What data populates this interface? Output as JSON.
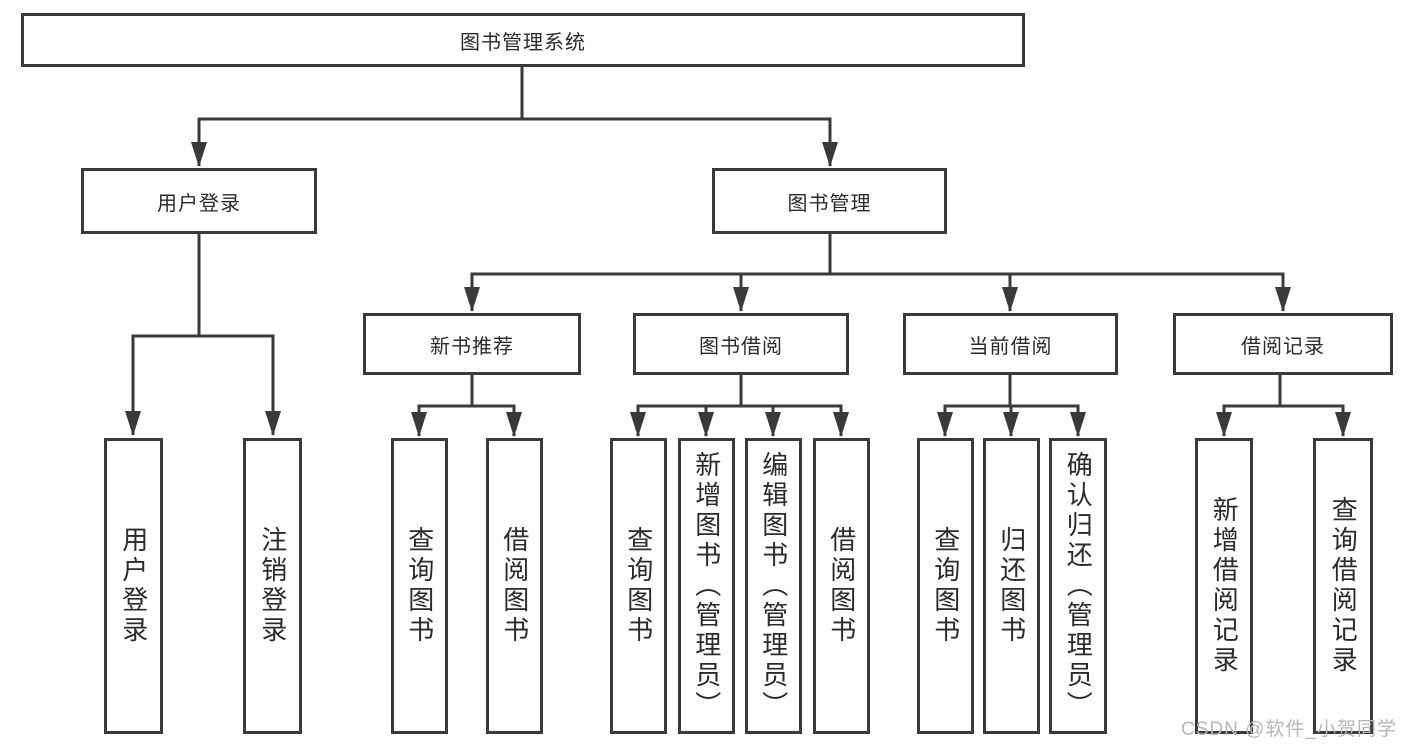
{
  "tree": {
    "label": "图书管理系统",
    "children": [
      {
        "label": "用户登录",
        "children": [
          {
            "label": "用户登录"
          },
          {
            "label": "注销登录"
          }
        ]
      },
      {
        "label": "图书管理",
        "children": [
          {
            "label": "新书推荐",
            "children": [
              {
                "label": "查询图书"
              },
              {
                "label": "借阅图书"
              }
            ]
          },
          {
            "label": "图书借阅",
            "children": [
              {
                "label": "查询图书"
              },
              {
                "label": "新增图书（管理员）"
              },
              {
                "label": "编辑图书（管理员）"
              },
              {
                "label": "借阅图书"
              }
            ]
          },
          {
            "label": "当前借阅",
            "children": [
              {
                "label": "查询图书"
              },
              {
                "label": "归还图书"
              },
              {
                "label": "确认归还（管理员）"
              }
            ]
          },
          {
            "label": "借阅记录",
            "children": [
              {
                "label": "新增借阅记录"
              },
              {
                "label": "查询借阅记录"
              }
            ]
          }
        ]
      }
    ]
  },
  "watermark": {
    "text": "CSDN @软件_小贺同学"
  },
  "colors": {
    "line": "#3a3a3a",
    "text": "#2b2b2b",
    "watermark": "#b6b6b6",
    "background": "#ffffff"
  }
}
